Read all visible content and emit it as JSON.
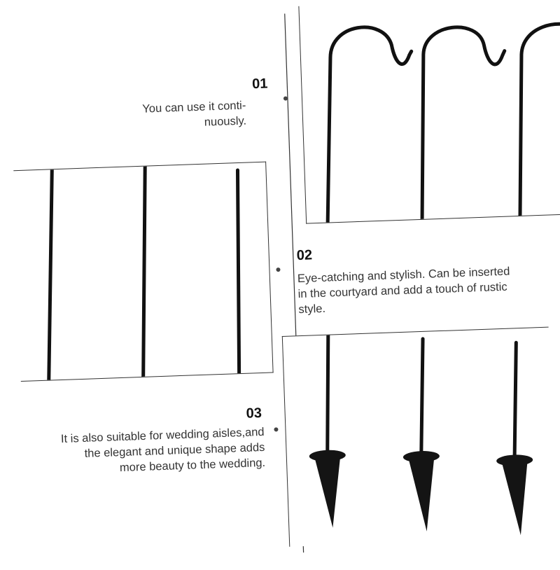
{
  "sections": [
    {
      "number": "01",
      "text_lines": [
        "You can use it conti-",
        "nuously."
      ]
    },
    {
      "number": "02",
      "text_lines": [
        "Eye-catching and stylish. Can be inserted",
        "in the courtyard and add a touch of rustic",
        "style."
      ]
    },
    {
      "number": "03",
      "text_lines": [
        "It is also suitable for wedding aisles,and",
        "the elegant and unique shape adds",
        "more beauty to the wedding."
      ]
    }
  ],
  "images": {
    "hooks": "shepherd-hook-tops",
    "rods": "metal-rod-middles",
    "stakes": "ground-stake-bases"
  },
  "colors": {
    "metal": "#111111",
    "line": "#333333",
    "text": "#333333"
  }
}
